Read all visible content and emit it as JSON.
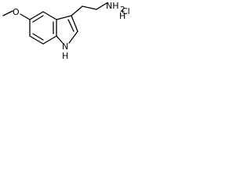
{
  "molecule": {
    "amine_label": "NH",
    "amine_subscript": "2",
    "salt_label": "HCl",
    "salt_h": "H",
    "salt_cl": "Cl",
    "ring_nh_label": "N",
    "ring_nh_h": "H",
    "methoxy_o_label": "O"
  }
}
